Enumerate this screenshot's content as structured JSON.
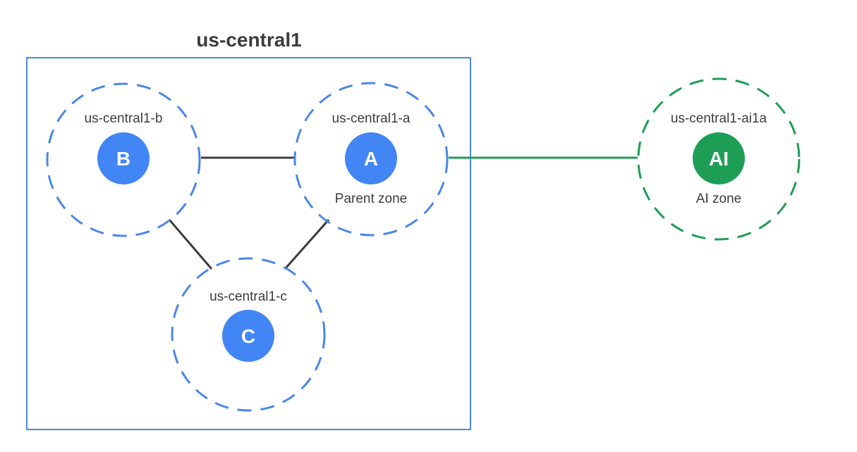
{
  "region": {
    "label": "us-central1"
  },
  "zones": {
    "b": {
      "name": "us-central1-b",
      "badge": "B"
    },
    "a": {
      "name": "us-central1-a",
      "badge": "A",
      "sublabel": "Parent zone"
    },
    "c": {
      "name": "us-central1-c",
      "badge": "C"
    },
    "ai": {
      "name": "us-central1-ai1a",
      "badge": "AI",
      "sublabel": "AI zone"
    }
  },
  "colors": {
    "blue": "#4a86e8",
    "badge_blue": "#4285f4",
    "green": "#1e9e55",
    "connector": "#3c3c3c",
    "text": "#3c3c3c"
  }
}
